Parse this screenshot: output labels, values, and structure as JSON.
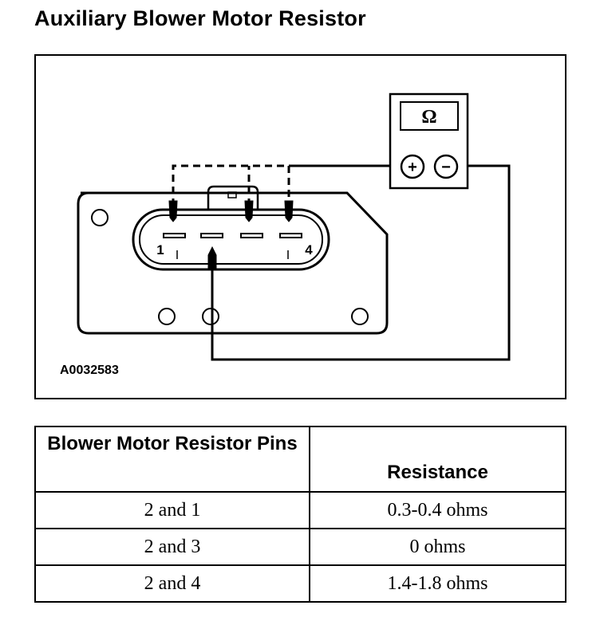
{
  "title": "Auxiliary Blower Motor Resistor",
  "diagram": {
    "meter_symbol": "Ω",
    "meter_positive": "+",
    "meter_negative": "−",
    "pin_first": "1",
    "pin_last": "4",
    "figure_id": "A0032583"
  },
  "table": {
    "headers": [
      "Blower Motor Resistor Pins",
      "Resistance"
    ],
    "rows": [
      {
        "pins": "2 and 1",
        "resistance": "0.3-0.4 ohms"
      },
      {
        "pins": "2 and 3",
        "resistance": "0 ohms"
      },
      {
        "pins": "2 and 4",
        "resistance": "1.4-1.8 ohms"
      }
    ]
  }
}
